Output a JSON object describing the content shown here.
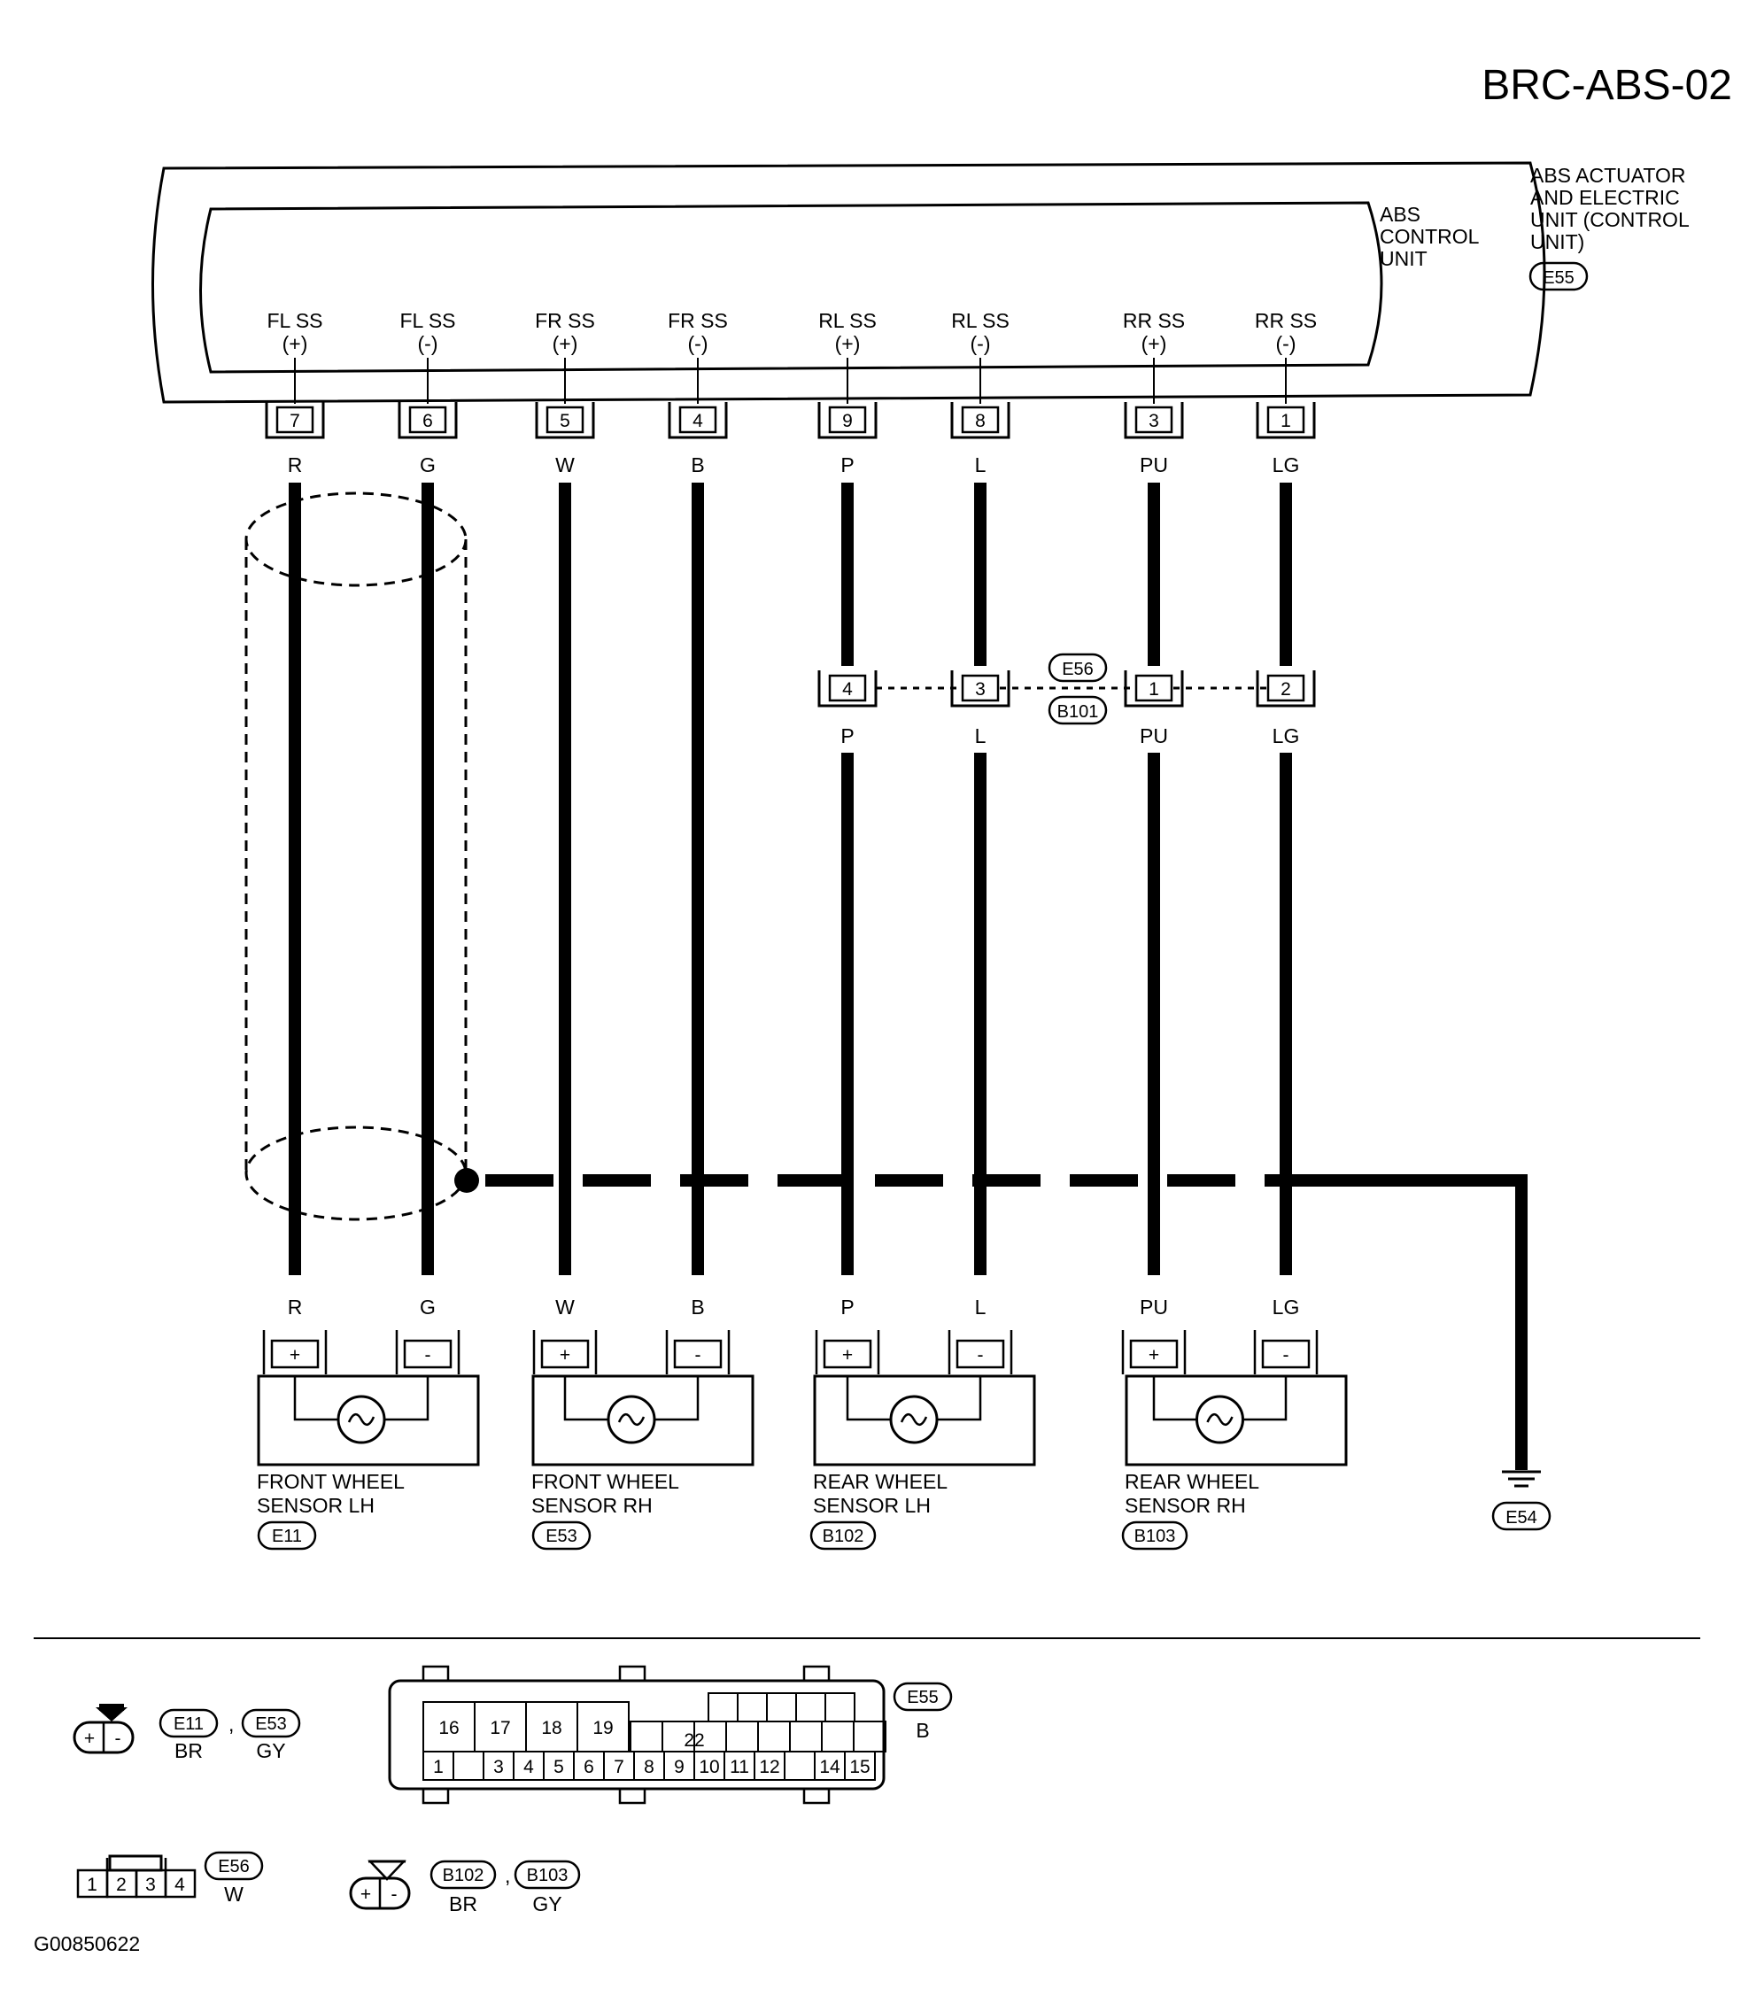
{
  "title": "BRC-ABS-02",
  "figure_id": "G00850622",
  "unit": {
    "outer_label": [
      "ABS ACTUATOR",
      "AND ELECTRIC",
      "UNIT (CONTROL",
      "UNIT)"
    ],
    "outer_connector": "E55",
    "inner_label": [
      "ABS",
      "CONTROL",
      "UNIT"
    ]
  },
  "terminals": [
    {
      "name": [
        "FL SS",
        "(+)"
      ],
      "pin": "7",
      "color": "R"
    },
    {
      "name": [
        "FL SS",
        "(-)"
      ],
      "pin": "6",
      "color": "G"
    },
    {
      "name": [
        "FR SS",
        "(+)"
      ],
      "pin": "5",
      "color": "W"
    },
    {
      "name": [
        "FR SS",
        "(-)"
      ],
      "pin": "4",
      "color": "B"
    },
    {
      "name": [
        "RL SS",
        "(+)"
      ],
      "pin": "9",
      "color": "P"
    },
    {
      "name": [
        "RL SS",
        "(-)"
      ],
      "pin": "8",
      "color": "L"
    },
    {
      "name": [
        "RR SS",
        "(+)"
      ],
      "pin": "3",
      "color": "PU"
    },
    {
      "name": [
        "RR SS",
        "(-)"
      ],
      "pin": "1",
      "color": "LG"
    }
  ],
  "junction": {
    "connectors": [
      "E56",
      "B101"
    ],
    "pins": [
      "4",
      "3",
      "1",
      "2"
    ],
    "colors": [
      "P",
      "L",
      "PU",
      "LG"
    ]
  },
  "sensors": [
    {
      "label": [
        "FRONT WHEEL",
        "SENSOR LH"
      ],
      "connector": "E11",
      "colors": [
        "R",
        "G"
      ],
      "pins": [
        "+",
        "-"
      ]
    },
    {
      "label": [
        "FRONT WHEEL",
        "SENSOR RH"
      ],
      "connector": "E53",
      "colors": [
        "W",
        "B"
      ],
      "pins": [
        "+",
        "-"
      ]
    },
    {
      "label": [
        "REAR WHEEL",
        "SENSOR LH"
      ],
      "connector": "B102",
      "colors": [
        "P",
        "L"
      ],
      "pins": [
        "+",
        "-"
      ]
    },
    {
      "label": [
        "REAR WHEEL",
        "SENSOR RH"
      ],
      "connector": "B103",
      "colors": [
        "PU",
        "LG"
      ],
      "pins": [
        "+",
        "-"
      ]
    }
  ],
  "ground": {
    "connector": "E54"
  },
  "legend": {
    "e11": {
      "ids": [
        "E11",
        "E53"
      ],
      "colors": [
        "BR",
        "GY"
      ],
      "pins": [
        "+",
        "-"
      ]
    },
    "e55": {
      "id": "E55",
      "color": "B",
      "top_pins": [
        "16",
        "17",
        "18",
        "19"
      ],
      "mid_pin": "22",
      "bottom_pins": [
        "1",
        "",
        "3",
        "4",
        "5",
        "6",
        "7",
        "8",
        "9",
        "10",
        "11",
        "12",
        "",
        "14",
        "15"
      ]
    },
    "e56": {
      "id": "E56",
      "color": "W",
      "pins": [
        "1",
        "2",
        "3",
        "4"
      ]
    },
    "b102": {
      "ids": [
        "B102",
        "B103"
      ],
      "colors": [
        "BR",
        "GY"
      ],
      "pins": [
        "+",
        "-"
      ]
    }
  }
}
